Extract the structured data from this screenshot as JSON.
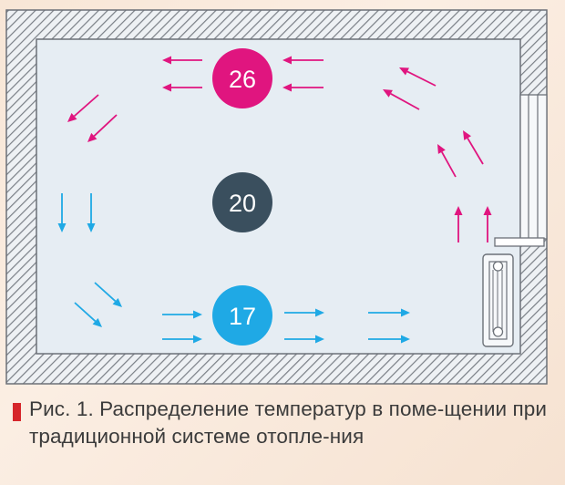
{
  "diagram": {
    "temperatures": [
      {
        "id": "top",
        "value": "26",
        "color": "#e0157f"
      },
      {
        "id": "middle",
        "value": "20",
        "color": "#3a4f5e"
      },
      {
        "id": "bottom",
        "value": "17",
        "color": "#1fa9e5"
      }
    ],
    "colors": {
      "room_fill": "#e6edf3",
      "wall_hatch": "#7a7f86",
      "warm_arrow": "#e0157f",
      "cool_arrow": "#1fa9e5"
    }
  },
  "caption": {
    "text": "Рис. 1. Распределение температур в поме-щении при традиционной системе отопле-ния",
    "marker_color": "#d6262b"
  }
}
